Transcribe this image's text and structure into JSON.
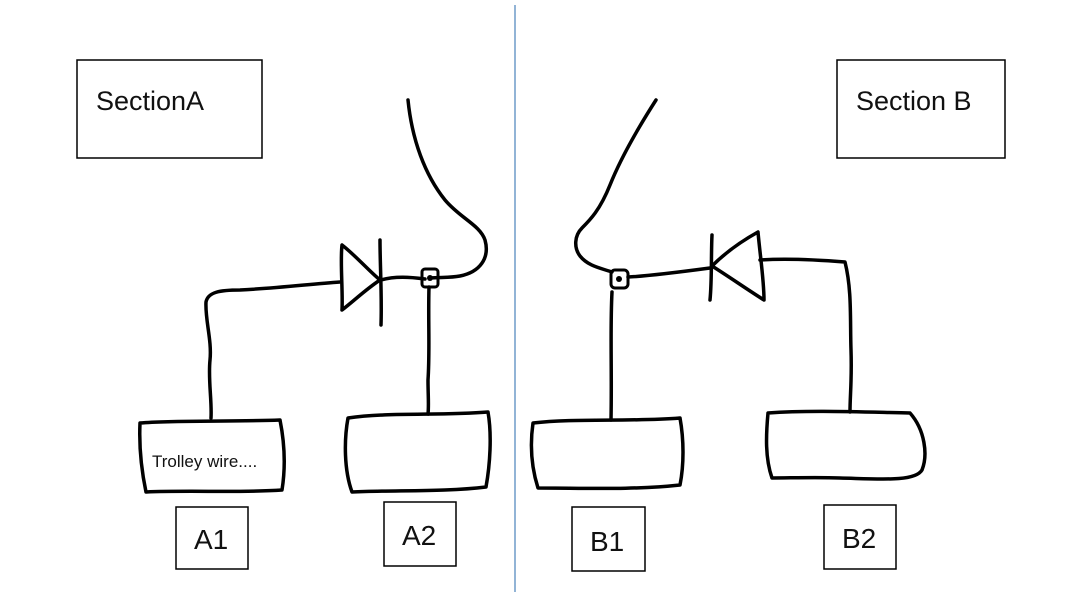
{
  "colors": {
    "ink": "#000000",
    "divider": "#6f9bc8",
    "background": "#ffffff"
  },
  "section_a": {
    "title": "SectionA",
    "box_a1_text": "Trolley wire....",
    "label_a1": "A1",
    "label_a2": "A2"
  },
  "section_b": {
    "title": "Section B",
    "label_b1": "B1",
    "label_b2": "B2"
  }
}
